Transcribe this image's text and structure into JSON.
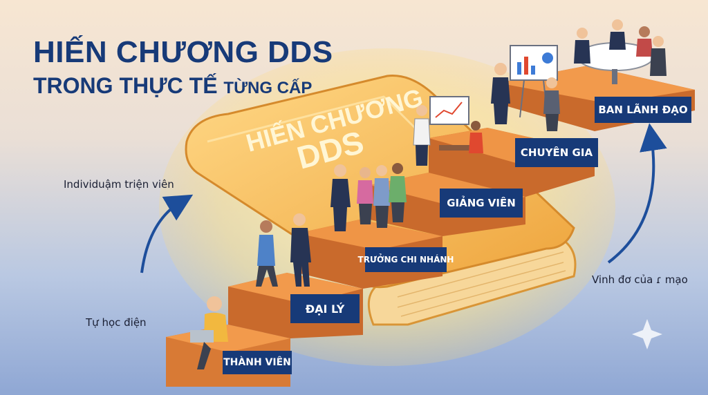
{
  "title": {
    "line1": "HIẾN CHƯƠNG DDS",
    "line2_main": "TRONG THỰC TẾ",
    "line2_small": "TỪNG CẤP"
  },
  "book": {
    "cover_line1": "HIẾN CHƯƠNG",
    "cover_line2": "DDS"
  },
  "notes": {
    "left_top": "Individuậm triện viên",
    "left_bottom": "Tự học điện",
    "right": "Vinh đơ của ɾ mạo"
  },
  "steps": [
    {
      "label": "THÀNH VIÊN"
    },
    {
      "label": "ĐẠI LÝ"
    },
    {
      "label": "TRƯỞNG CHI NHÁNH"
    },
    {
      "label": "GIẢNG VIÊN"
    },
    {
      "label": "CHUYÊN GIA"
    },
    {
      "label": "BAN LÃNH ĐẠO"
    }
  ],
  "colors": {
    "title": "#173a78",
    "label_bg": "#173a78",
    "step_top": "#e58d3f",
    "step_front": "#b85d25",
    "book": "#f3b64e",
    "arrow": "#1d4e9b"
  }
}
